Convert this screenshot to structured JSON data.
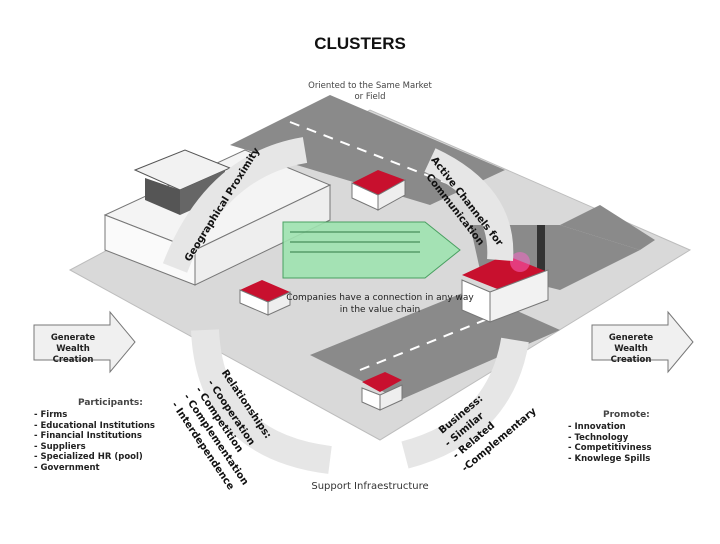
{
  "title": "CLUSTERS",
  "top_label": "Oriented to the Same Market or Field",
  "geo_label": "Geographical Proximity",
  "channels_label_1": "Active Channels for",
  "channels_label_2": "Communication",
  "value_chain_label": "Companies have a connection in any way in the value chain",
  "support_label": "Support Infraestructure",
  "left_arrow_label": "Generate Wealth Creation",
  "right_arrow_label": "Generete Wealth Creation",
  "participants": {
    "title": "Participants:",
    "items": [
      "- Firms",
      "- Educational Institutions",
      "- Financial Institutions",
      "- Suppliers",
      "- Specialized HR (pool)",
      "- Government"
    ]
  },
  "promote": {
    "title": "Promote:",
    "items": [
      "- Innovation",
      "- Technology",
      "- Competitiviness",
      "- Knowlege Spills"
    ]
  },
  "relationships": {
    "title": "Relationships:",
    "items": [
      "- Cooperation",
      "- Competition",
      "- Complementation",
      "- Interdependence"
    ]
  },
  "business": {
    "title": "Business:",
    "items": [
      "- Similar",
      "- Related",
      "-Complementary"
    ]
  },
  "colors": {
    "road": "#8a8a8a",
    "ground": "#d9d9d9",
    "roof_red": "#c8102e",
    "chain_green": "#9fe3b0",
    "arrow_grey": "#e6e6e6"
  }
}
